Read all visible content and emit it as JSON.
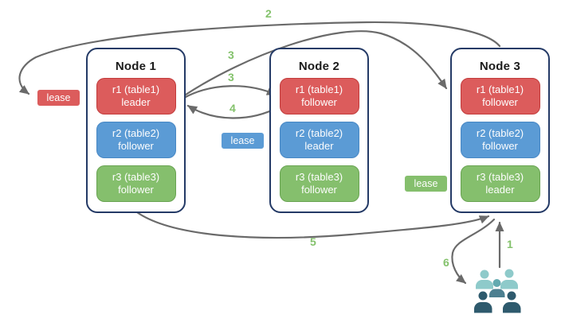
{
  "diagram": {
    "nodes": [
      {
        "title": "Node 1",
        "replicas": [
          {
            "name": "r1 (table1)",
            "role": "leader",
            "color": "red"
          },
          {
            "name": "r2 (table2)",
            "role": "follower",
            "color": "blue"
          },
          {
            "name": "r3 (table3)",
            "role": "follower",
            "color": "green"
          }
        ]
      },
      {
        "title": "Node 2",
        "replicas": [
          {
            "name": "r1 (table1)",
            "role": "follower",
            "color": "red"
          },
          {
            "name": "r2 (table2)",
            "role": "leader",
            "color": "blue"
          },
          {
            "name": "r3 (table3)",
            "role": "follower",
            "color": "green"
          }
        ]
      },
      {
        "title": "Node 3",
        "replicas": [
          {
            "name": "r1 (table1)",
            "role": "follower",
            "color": "red"
          },
          {
            "name": "r2 (table2)",
            "role": "follower",
            "color": "blue"
          },
          {
            "name": "r3 (table3)",
            "role": "leader",
            "color": "green"
          }
        ]
      }
    ],
    "leases": [
      {
        "label": "lease",
        "color": "red"
      },
      {
        "label": "lease",
        "color": "blue"
      },
      {
        "label": "lease",
        "color": "green"
      }
    ],
    "steps": [
      "1",
      "2",
      "3",
      "3",
      "4",
      "5",
      "6"
    ],
    "users_icon": "users-group-icon"
  },
  "colors": {
    "red_fill": "#dc5c5c",
    "red_border": "#c23b3b",
    "blue_fill": "#5b9bd5",
    "blue_border": "#4787c4",
    "green_fill": "#85bf6d",
    "green_border": "#68a351",
    "node_border": "#243a66",
    "arrow_gray": "#6a6a6a",
    "number_green": "#84c26c",
    "people_light": "#8ecaca",
    "people_medium": "#63aab0",
    "people_medium_dark": "#4c7f90",
    "people_dark": "#2e5a6d"
  }
}
